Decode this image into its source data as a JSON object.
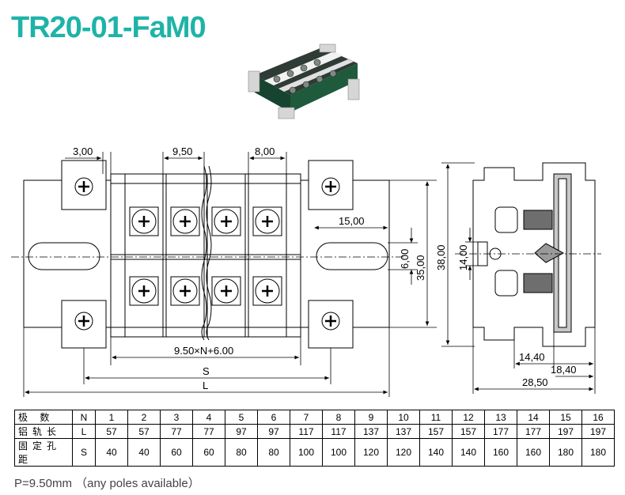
{
  "title": "TR20-01-FaM0",
  "dims": {
    "pitch_top_left": "3,00",
    "pitch_top_mid": "9,50",
    "pitch_top_right": "8,00",
    "slot_width": "15,00",
    "slot_height": "6,00",
    "body_height": "35,00",
    "side_height": "38,00",
    "side_inner": "14,00",
    "bottom_formula": "9.50×N+6.00",
    "S": "S",
    "L": "L",
    "side_w1": "14,40",
    "side_w2": "18,40",
    "side_w3": "28,50"
  },
  "table": {
    "rows": [
      {
        "label": "极  数",
        "sym": "N",
        "values": [
          "1",
          "2",
          "3",
          "4",
          "5",
          "6",
          "7",
          "8",
          "9",
          "10",
          "11",
          "12",
          "13",
          "14",
          "15",
          "16"
        ]
      },
      {
        "label": "铝轨长",
        "sym": "L",
        "values": [
          "57",
          "57",
          "77",
          "77",
          "97",
          "97",
          "117",
          "117",
          "137",
          "137",
          "157",
          "157",
          "177",
          "177",
          "197",
          "197"
        ]
      },
      {
        "label": "固定孔距",
        "sym": "S",
        "values": [
          "40",
          "40",
          "60",
          "60",
          "80",
          "80",
          "100",
          "100",
          "120",
          "120",
          "140",
          "140",
          "160",
          "160",
          "180",
          "180"
        ]
      }
    ]
  },
  "note": "P=9.50mm （any poles available）",
  "colors": {
    "title": "#1fb3a8",
    "product_green": "#1f5a3c"
  }
}
